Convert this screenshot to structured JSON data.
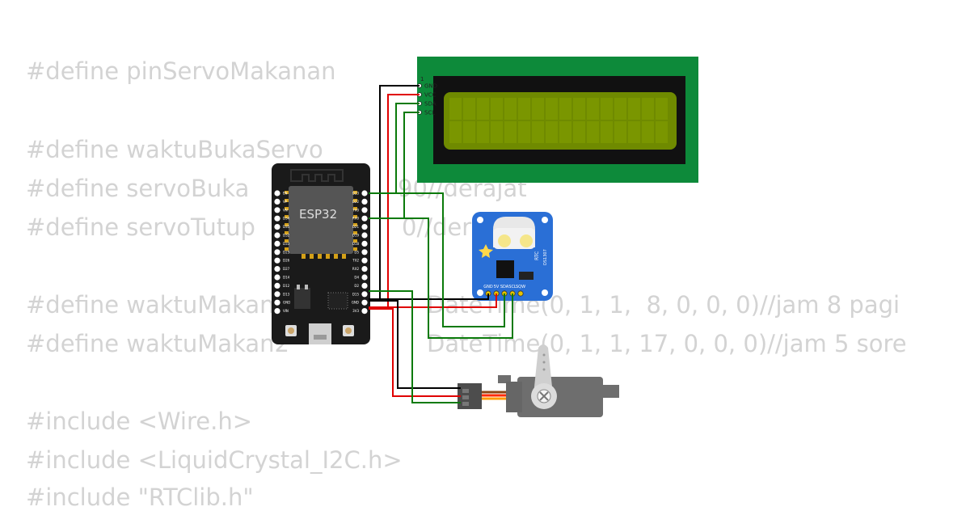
{
  "code": {
    "lines": [
      "#define pinServoMakanan",
      "#define waktuBukaServo",
      "#define servoBuka",
      "#define servoTutup",
      "#define waktuMakan1",
      "#define waktuMakan2",
      "#include <Wire.h>",
      "#include <LiquidCrystal_I2C.h>",
      "#include \"RTClib.h\""
    ],
    "values": [
      "90//derajat",
      "0//derajat",
      "DateTime(0, 1, 1,  8, 0, 0, 0)//jam 8 pagi",
      "DateTime(0, 1, 1, 17, 0, 0, 0)//jam 5 sore"
    ]
  },
  "lcd": {
    "pins": [
      "GND",
      "VCC",
      "SDA",
      "SCL"
    ],
    "pin1": "1"
  },
  "esp32": {
    "chip_label": "ESP32",
    "left_pins": [
      "EN",
      "VP",
      "VN",
      "D34",
      "D35",
      "D32",
      "D33",
      "D25",
      "D26",
      "D27",
      "D14",
      "D12",
      "D13",
      "GND",
      "VIN"
    ],
    "right_pins": [
      "D23",
      "D22",
      "TX0",
      "RX0",
      "D21",
      "D19",
      "D18",
      "D5",
      "TX2",
      "RX2",
      "D4",
      "D2",
      "D15",
      "GND",
      "3V3"
    ]
  },
  "rtc": {
    "title": "RTC",
    "part": "DS1307",
    "pins": [
      "GND",
      "5V",
      "SDA",
      "SCL",
      "SQW"
    ]
  },
  "colors": {
    "wire_black": "#000000",
    "wire_red": "#e00000",
    "wire_green": "#0a7a0a",
    "lcd_board": "#0d8a3a",
    "lcd_screen": "#6f8a00",
    "rtc_board": "#2a6fd6",
    "esp_board": "#1a1a1a",
    "servo_body": "#6e6e6e"
  }
}
